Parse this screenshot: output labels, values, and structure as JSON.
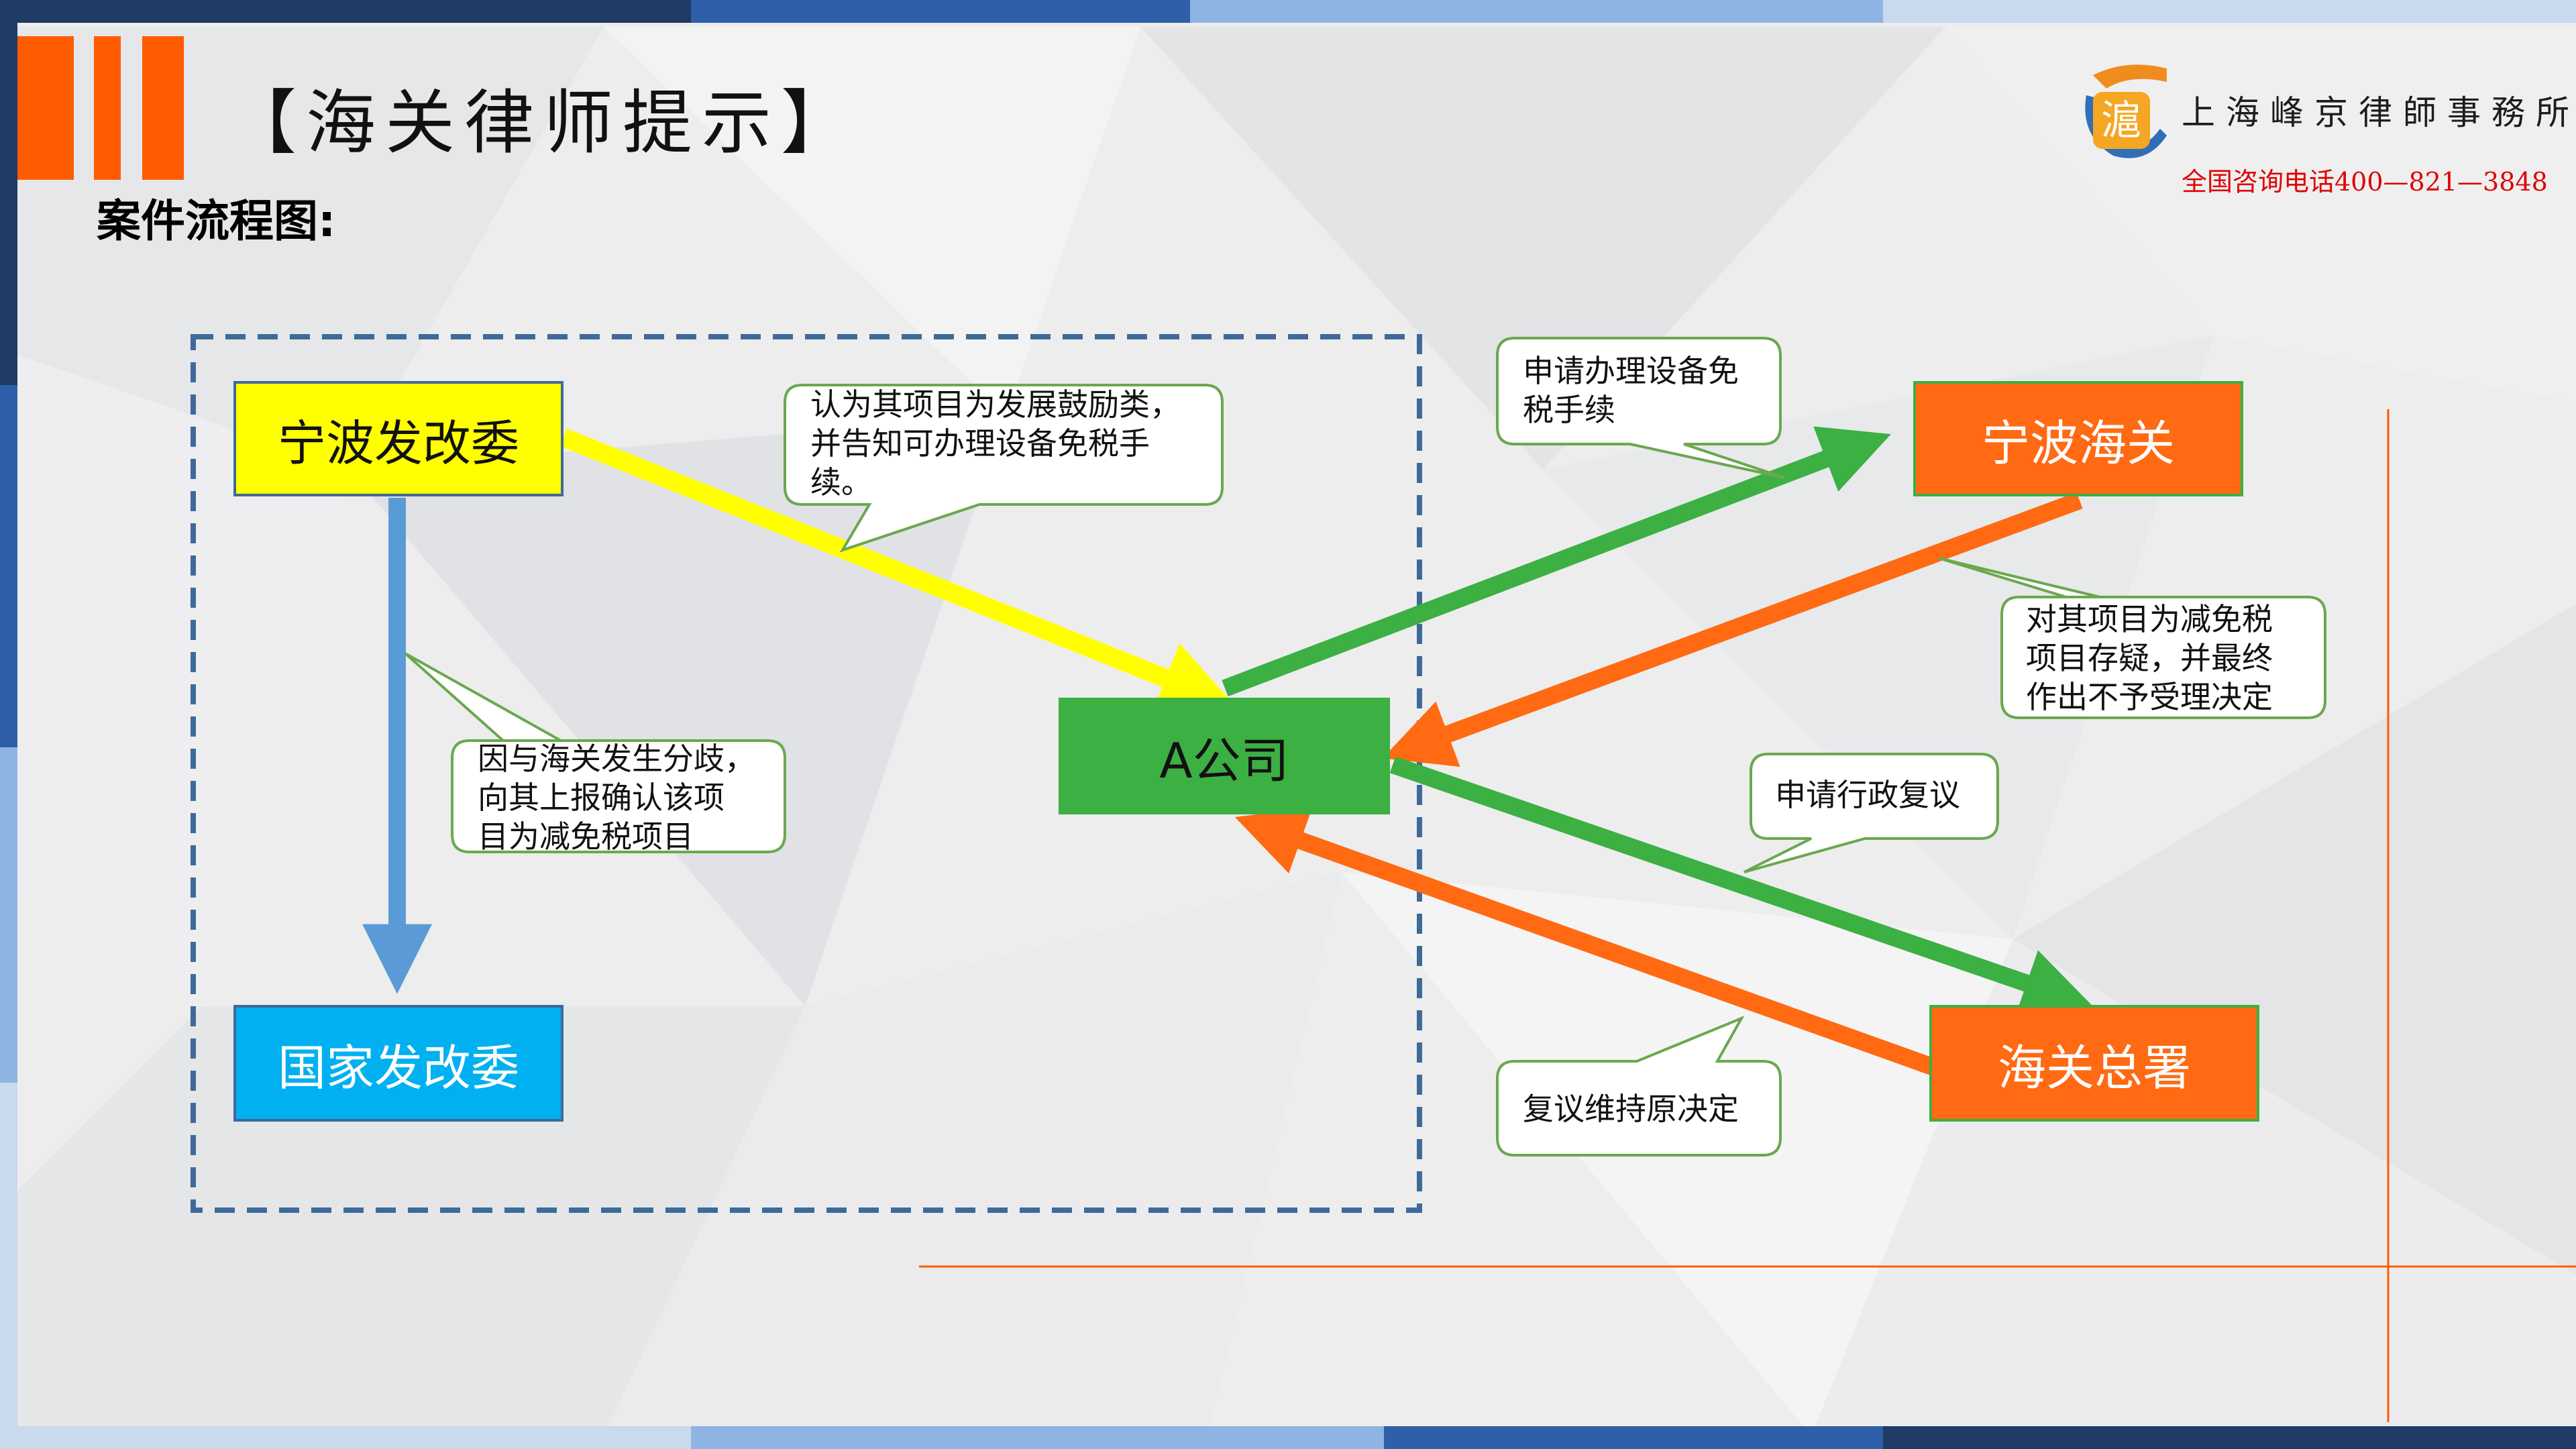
{
  "header": {
    "title": "【海关律师提示】",
    "subtitle": "案件流程图:"
  },
  "firm": {
    "logo_glyph": "滬",
    "name": "上海峰京律師事務所",
    "phone": "全国咨询电话400—821—3848"
  },
  "nodes": {
    "ningbo_ndrc": "宁波发改委",
    "national_ndrc": "国家发改委",
    "company_a": "A公司",
    "ningbo_customs": "宁波海关",
    "customs_general": "海关总署"
  },
  "callouts": {
    "encouraged": [
      "认为其项目为发展鼓励类，",
      "并告知可办理设备免税手",
      "续。"
    ],
    "dispute": [
      "因与海关发生分歧，",
      "向其上报确认该项",
      "目为减免税项目"
    ],
    "apply_exemption": [
      "申请办理设备免",
      "税手续"
    ],
    "doubt": [
      "对其项目为减免税",
      "项目存疑，并最终",
      "作出不予受理决定"
    ],
    "apply_review": [
      "申请行政复议"
    ],
    "uphold": [
      "复议维持原决定"
    ]
  },
  "colors": {
    "yellow": "#ffff00",
    "blue": "#00b0f0",
    "green": "#3cb043",
    "orange": "#ff6a13",
    "arrow_blue": "#5b9bd5",
    "callout_border": "#6aa84f",
    "dash": "#3e6a9a",
    "accent_orange": "#ff5b00"
  }
}
